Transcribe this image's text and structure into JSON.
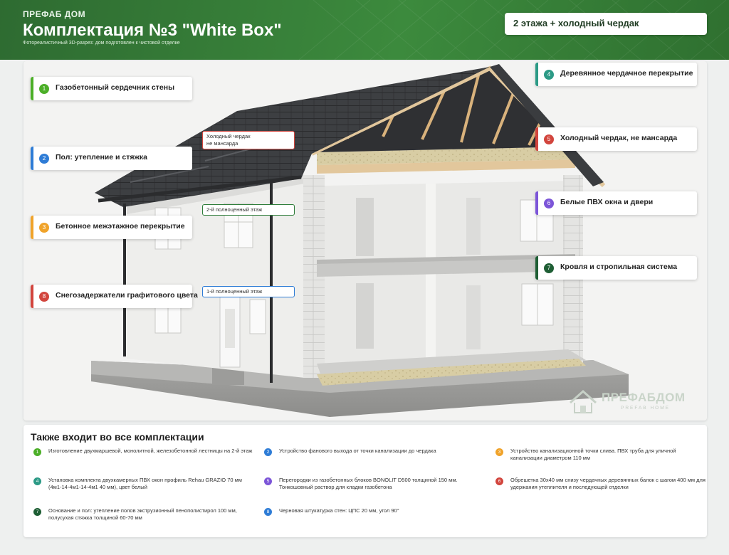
{
  "header": {
    "brand": "ПРЕФАБ ДОМ",
    "title": "Комплектация №3 \"White Box\"",
    "subtitle": "Фотореалистичный 3D-разрез: дом подготовлен к чистовой отделке",
    "floors_badge": "2 этажа + холодный чердак"
  },
  "callouts": [
    {
      "num": "1",
      "label": "Газобетонный сердечник стены",
      "color": "#4caf28"
    },
    {
      "num": "2",
      "label": "Пол: утепление и стяжка",
      "color": "#2e7cd6"
    },
    {
      "num": "3",
      "label": "Бетонное межэтажное перекрытие",
      "color": "#f0a32a"
    },
    {
      "num": "8",
      "label": "Снегозадержатели графитового цвета",
      "color": "#d2453d"
    },
    {
      "num": "4",
      "label": "Деревянное чердачное перекрытие",
      "color": "#2c9a86"
    },
    {
      "num": "5",
      "label": "Холодный чердак, не мансарда",
      "color": "#d2453d"
    },
    {
      "num": "6",
      "label": "Белые ПВХ окна и двери",
      "color": "#7c55d8"
    },
    {
      "num": "7",
      "label": "Кровля и стропильная система",
      "color": "#1e5e34"
    }
  ],
  "tags": {
    "attic_line1": "Холодный чердак",
    "attic_line2": "не мансарда",
    "floor2": "2-й полноценный этаж",
    "floor1": "1-й полноценный этаж"
  },
  "logo": {
    "main": "ПРЕФАБДОМ",
    "sub": "PREFAB HOME"
  },
  "bottom": {
    "title": "Также входит во все комплектации",
    "items": [
      {
        "num": "1",
        "color": "#4caf28",
        "text": "Изготовление двухмаршевой, монолитной, железобетонной лестницы на 2-й этаж"
      },
      {
        "num": "2",
        "color": "#2e7cd6",
        "text": "Устройство фанового выхода от точки канализации до чердака"
      },
      {
        "num": "3",
        "color": "#f0a32a",
        "text": "Устройство канализационной точки слива. ПВХ труба для уличной канализации диаметром 110 мм"
      },
      {
        "num": "4",
        "color": "#2c9a86",
        "text": "Установка комплекта двухкамерных ПВХ окон профиль Rehau GRAZIO 70 мм (4м1-14-4м1-14-4м1 40 мм), цвет белый"
      },
      {
        "num": "5",
        "color": "#7c55d8",
        "text": "Перегородки из газобетонных блоков BONOLIT D500 толщиной 150 мм. Тонкошовный раствор для кладки газобетона"
      },
      {
        "num": "6",
        "color": "#d2453d",
        "text": "Обрешетка 30х40 мм снизу чердачных деревянных балок с шагом 400 мм для удержания утеплителя и последующей отделки"
      },
      {
        "num": "7",
        "color": "#1e5e34",
        "text": "Основание и пол: утепление полов экструзионный пенополистирол 100 мм, полусухая стяжка толщиной 60-70 мм"
      },
      {
        "num": "8",
        "color": "#2e7cd6",
        "text": "Черновая штукатурка стен: ЦПС 20 мм, угол 90°"
      }
    ]
  }
}
